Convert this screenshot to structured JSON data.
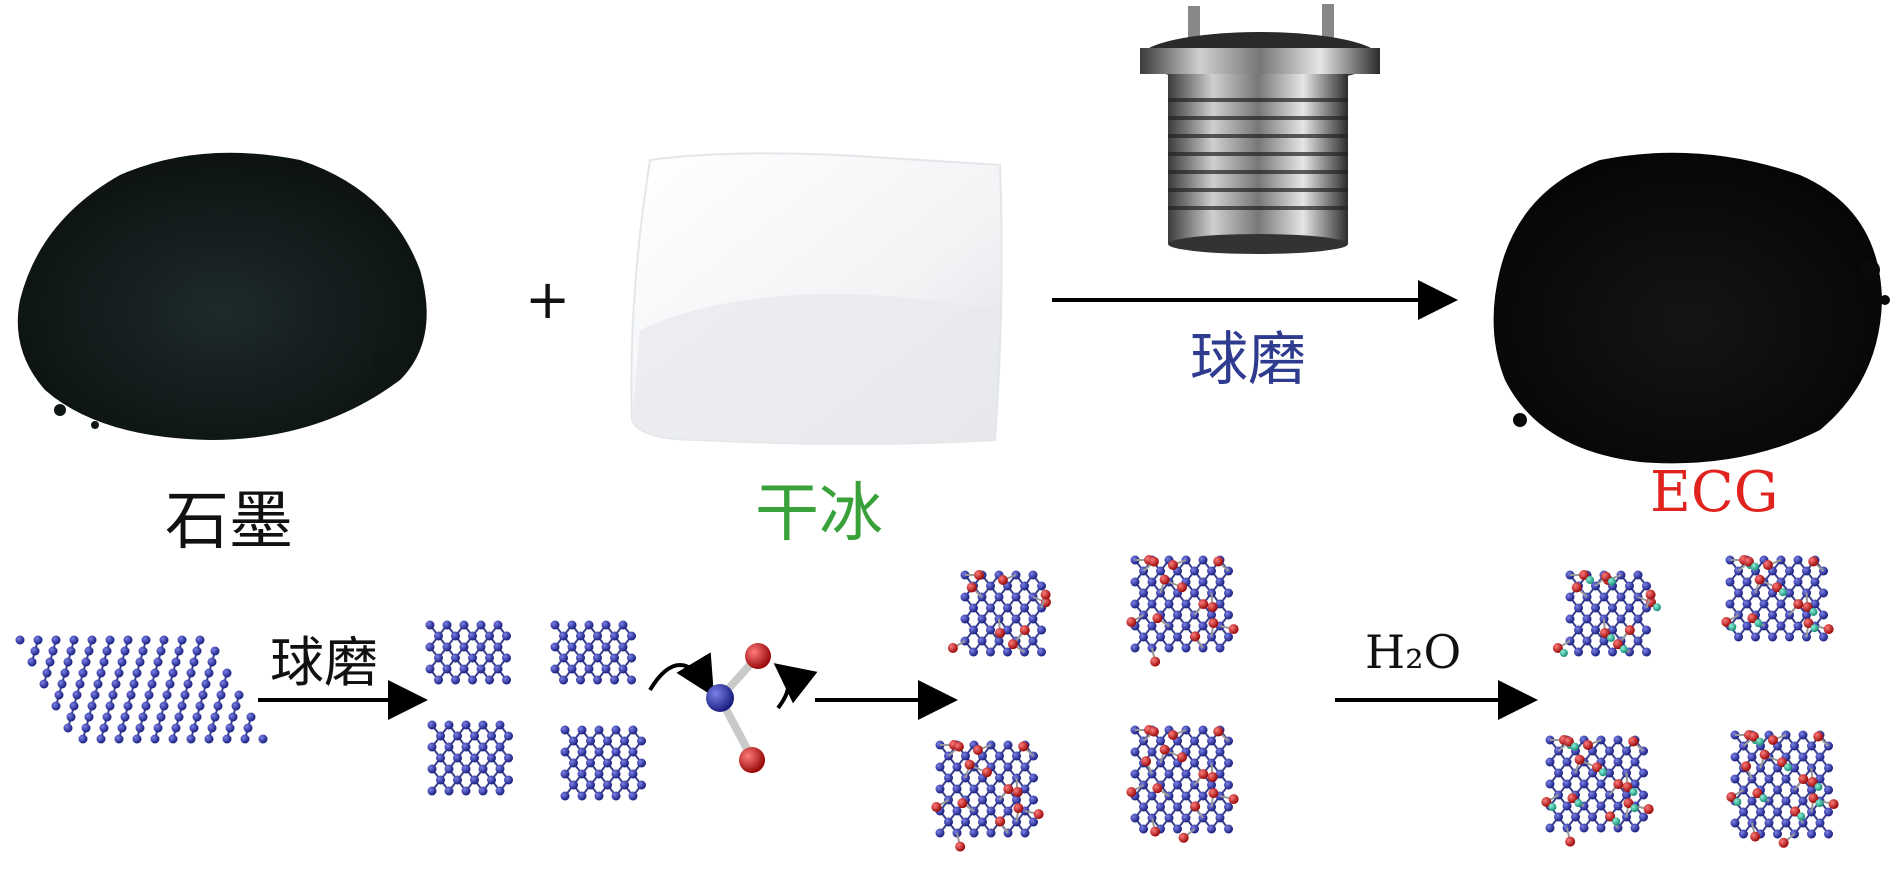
{
  "labels": {
    "graphite": "石墨",
    "dry_ice": "干冰",
    "ecg": "ECG",
    "ball_milling_top": "球磨",
    "ball_milling_bottom": "球磨",
    "plus": "+",
    "water": "H₂O"
  },
  "colors": {
    "graphite_text": "#111111",
    "dry_ice_text": "#3aa13a",
    "ecg_text": "#e0231f",
    "ball_milling_text": "#2e3b8f",
    "bottom_text": "#111111",
    "carbon_atom": "#2a2f9c",
    "bond": "#3a3f8a",
    "oxygen_atom": "#d11a1a",
    "hydrogen_atom": "#27b39a",
    "arrow": "#000000"
  },
  "icons": [
    "graphite-powder",
    "dry-ice-block",
    "ball-mill-jar",
    "ecg-powder",
    "graphene-sheet",
    "graphene-fragment",
    "co2-molecule",
    "carboxylated-fragment",
    "hydrolyzed-fragment"
  ]
}
